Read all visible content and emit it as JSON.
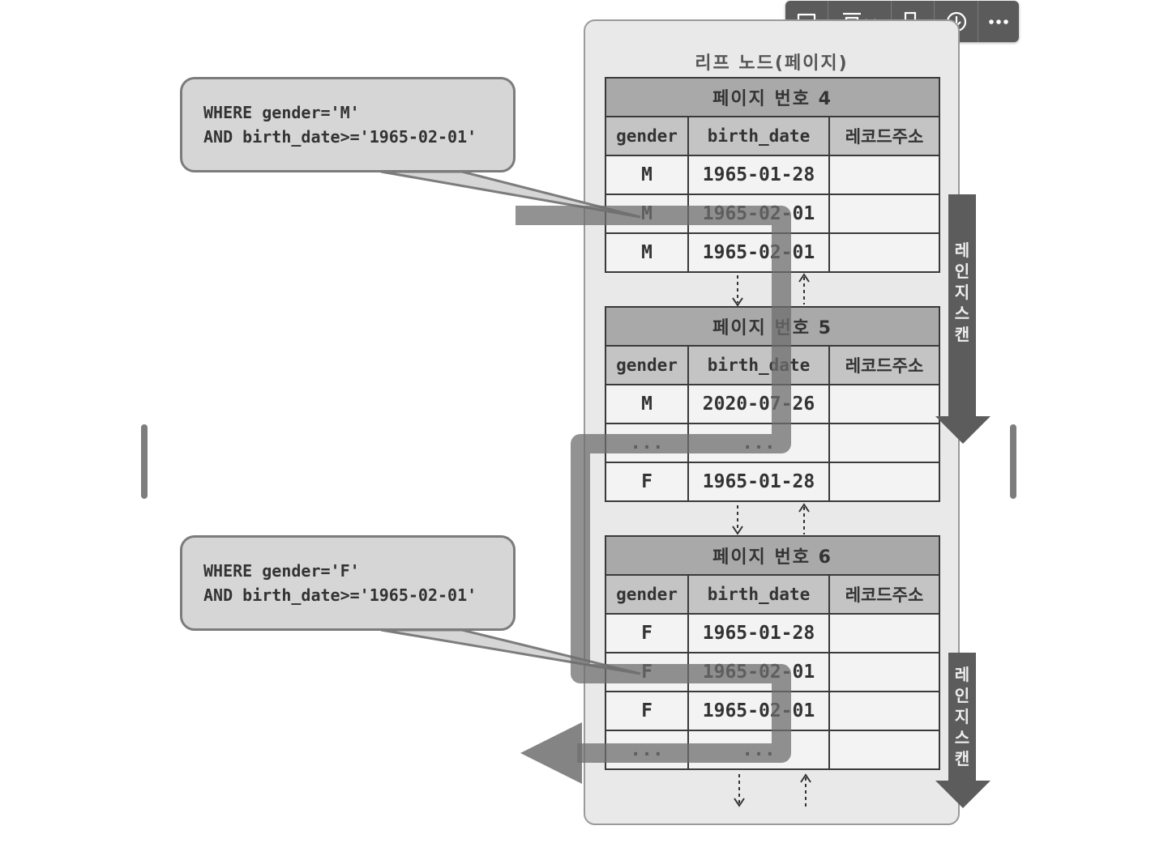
{
  "leaf_title": "리프 노드(페이지)",
  "columns": [
    "gender",
    "birth_date",
    "레코드주소"
  ],
  "pages": [
    {
      "title": "페이지 번호 4",
      "rows": [
        [
          "M",
          "1965-01-28",
          ""
        ],
        [
          "M",
          "1965-02-01",
          ""
        ],
        [
          "M",
          "1965-02-01",
          ""
        ]
      ]
    },
    {
      "title": "페이지 번호 5",
      "rows": [
        [
          "M",
          "2020-07-26",
          ""
        ],
        [
          "...",
          "...",
          ""
        ],
        [
          "F",
          "1965-01-28",
          ""
        ]
      ]
    },
    {
      "title": "페이지 번호 6",
      "rows": [
        [
          "F",
          "1965-01-28",
          ""
        ],
        [
          "F",
          "1965-02-01",
          ""
        ],
        [
          "F",
          "1965-02-01",
          ""
        ],
        [
          "...",
          "...",
          ""
        ]
      ]
    }
  ],
  "queries": [
    {
      "line1": "WHERE gender='M'",
      "line2": "AND birth_date>='1965-02-01'"
    },
    {
      "line1": "WHERE gender='F'",
      "line2": "AND birth_date>='1965-02-01'"
    }
  ],
  "scan_labels": [
    "레인지 스캔",
    "레인지스캔"
  ],
  "toolbar": {
    "items": [
      "comment-icon",
      "frame-icon",
      "chevron-down-icon",
      "align-icon",
      "download-icon",
      "more-icon"
    ]
  },
  "colors": {
    "scan_arrow": "#5c5c5c",
    "path": "#6e6e6e",
    "leaf_bg": "#e9e9e9",
    "header_bg": "#a9a9a9"
  }
}
